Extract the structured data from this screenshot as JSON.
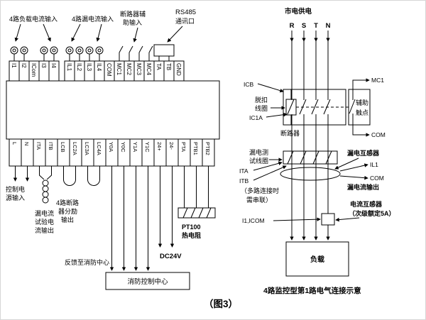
{
  "figure": {
    "caption": "（图3）"
  },
  "left": {
    "top_labels": {
      "load_current_input": "4路负载电流输入",
      "leakage_current_input": "4路漏电流输入",
      "breaker_aux_input_line1": "断路器辅",
      "breaker_aux_input_line2": "助输入",
      "rs485": "RS485",
      "rs485_port": "通讯口"
    },
    "top_terminals": [
      "I1",
      "I2",
      "ICom",
      "I3",
      "I4",
      "IL1",
      "IL2",
      "IL3",
      "IL4",
      "COM",
      "MC1",
      "MC2",
      "MC3",
      "MC4",
      "TA",
      "TB",
      "GND"
    ],
    "bottom_terminals": [
      "L",
      "N",
      "ITA",
      "ITB",
      "LCB",
      "LC2A",
      "LC3A",
      "LC4A",
      "Y0A",
      "Y0C",
      "Y1A",
      "Y1C",
      "24+",
      "24-",
      "PTA",
      "PTB1",
      "PTB2"
    ],
    "bottom_labels": {
      "control_power_line1": "控制电",
      "control_power_line2": "源输入",
      "leakage_test_out_line1": "漏电流",
      "leakage_test_out_line2": "试验电",
      "leakage_test_out_line3": "流输出",
      "shunt_output_line1": "4路断路",
      "shunt_output_line2": "器分励",
      "shunt_output_line3": "输出",
      "feedback_to_fire": "反馈至消防中心",
      "dc24v": "DC24V",
      "pt100_line1": "PT100",
      "pt100_line2": "热电阻",
      "fire_control_center": "消防控制中心"
    }
  },
  "right": {
    "mains_supply": "市电供电",
    "phases": [
      "R",
      "S",
      "T",
      "N"
    ],
    "icb": "ICB",
    "trip_coil_line1": "脱扣",
    "trip_coil_line2": "线圈",
    "ic1a": "IC1A",
    "mc1": "MC1",
    "com_aux": "COM",
    "aux_contact_line1": "辅助",
    "aux_contact_line2": "触点",
    "breaker": "断路器",
    "leak_test_coil_line1": "漏电测",
    "leak_test_coil_line2": "试线圈",
    "ita": "ITA",
    "itb": "ITB",
    "series_note_line1": "（多路连接时",
    "series_note_line2": "需串联）",
    "leakage_ct": "漏电互感器",
    "il1": "IL1",
    "com_ct": "COM",
    "leakage_current_output": "漏电流输出",
    "current_ct_line1": "电流互感器",
    "current_ct_line2": "（次级额定5A）",
    "i1_icom": "I1,ICOM",
    "load": "负载",
    "caption": "4路监控型第1路电气连接示意"
  }
}
